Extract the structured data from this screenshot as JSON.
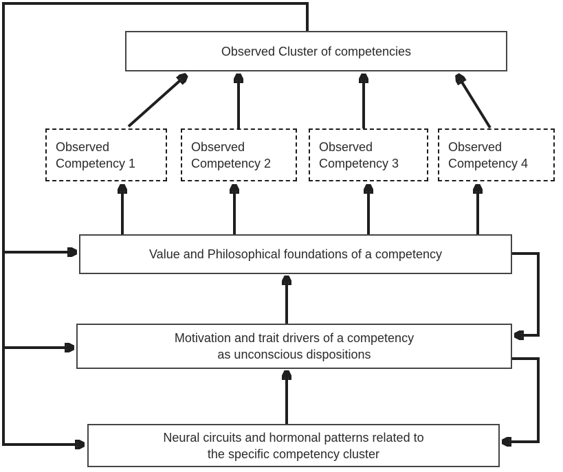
{
  "diagram": {
    "background": "#ffffff",
    "line_color": "#1f1f1f",
    "box_border_color": "#454545",
    "text_color": "#2a2a2a",
    "cluster_box": {
      "label": "Observed Cluster of competencies"
    },
    "observed_competencies": [
      {
        "line1": "Observed",
        "line2": "Competency 1"
      },
      {
        "line1": "Observed",
        "line2": "Competency 2"
      },
      {
        "line1": "Observed",
        "line2": "Competency 3"
      },
      {
        "line1": "Observed",
        "line2": "Competency 4"
      }
    ],
    "value_box": {
      "label": "Value and Philosophical foundations of a competency"
    },
    "motivation_box": {
      "line1": "Motivation and trait drivers of a competency",
      "line2": "as unconscious dispositions"
    },
    "neural_box": {
      "line1": "Neural circuits and hormonal patterns related to",
      "line2": "the specific competency cluster"
    }
  }
}
